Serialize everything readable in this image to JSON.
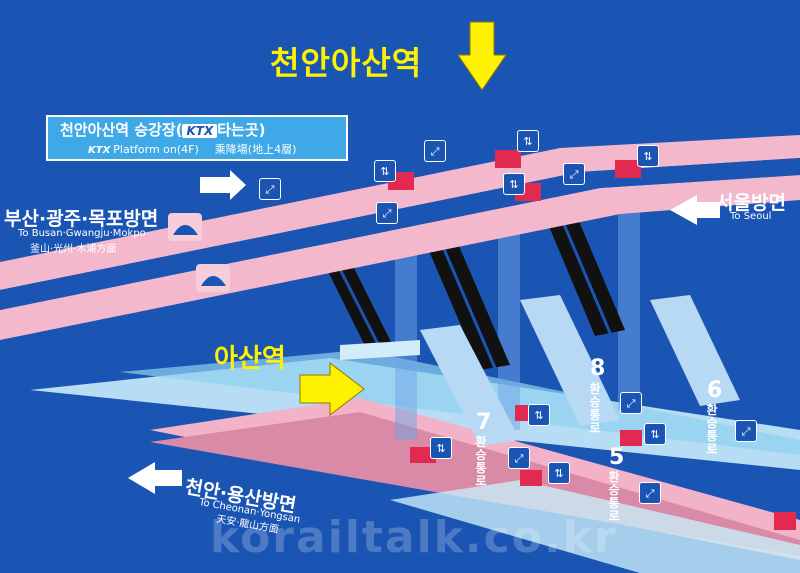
{
  "title_station": "천안아산역",
  "lower_station": "아산역",
  "platform_box": {
    "line1_prefix": "천안아산역 승강장(",
    "line1_logo": "KTX",
    "line1_suffix": "타는곳)",
    "line2_logo": "KTX",
    "line2_en": "Platform on(4F)",
    "line2_cn": "乘降場(地上4層)"
  },
  "directions": {
    "busan": {
      "ko": "부산·광주·목포방면",
      "en": "To Busan·Gwangju·Mokpo",
      "cn": "釜山·光州·木浦方面"
    },
    "seoul": {
      "ko": "서울방면",
      "en": "To Seoul"
    },
    "cheonan": {
      "ko": "천안·용산방면",
      "en": "To Cheonan·Yongsan",
      "cn": "天安·龍山方面"
    }
  },
  "exits": [
    {
      "number": "8",
      "transfer": "환승통로"
    },
    {
      "number": "6",
      "transfer": "환승통로"
    },
    {
      "number": "7",
      "transfer": "환승통로"
    },
    {
      "number": "5",
      "transfer": "환승통로"
    }
  ],
  "watermark": "korailtalk.co.kr",
  "colors": {
    "background": "#1b55b4",
    "ktx_platform": "#f2b3c9",
    "subway_platform": "#bfe6f7",
    "highlight": "#fff200",
    "accent_red": "#e2294f"
  },
  "icons": [
    "train-icon",
    "elevator-icon",
    "escalator-icon",
    "arrow-left-icon",
    "arrow-right-icon",
    "arrow-down-icon"
  ]
}
